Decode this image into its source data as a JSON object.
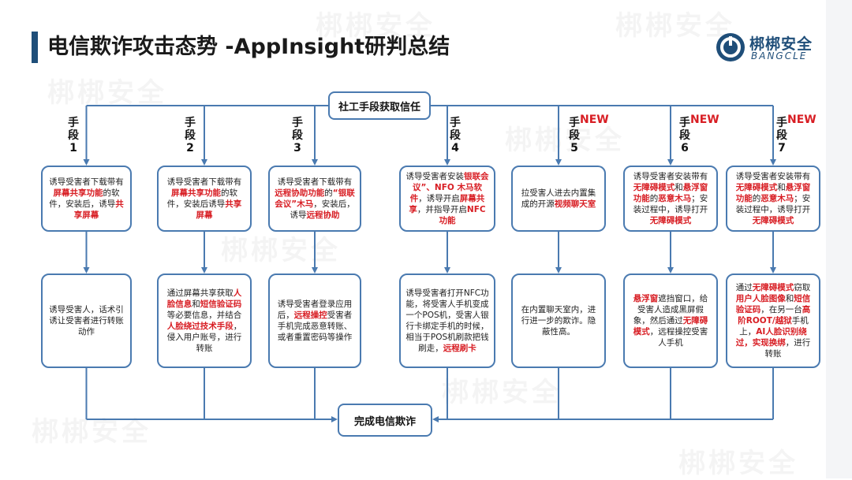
{
  "title": "电信欺诈攻击态势 -AppInsight研判总结",
  "logo": {
    "cn": "梆梆安全",
    "en": "BANGCLE"
  },
  "watermark": "梆梆安全",
  "start": "社工手段获取信任",
  "end": "完成电信欺诈",
  "new_badge": "NEW",
  "colors": {
    "line": "#4a7ab0",
    "highlight": "#d81e24",
    "title_bar": "#1f4e79"
  },
  "columns": [
    {
      "label": [
        "手",
        "段",
        "1"
      ],
      "is_new": false,
      "step1": [
        {
          "t": "诱导受害者下载带有"
        },
        {
          "t": "屏幕共享功能",
          "h": true
        },
        {
          "t": "的软件，安装后，诱导"
        },
        {
          "t": "共享屏幕",
          "h": true
        }
      ],
      "step2": [
        {
          "t": "诱导受害人，话术引诱让受害者进行转账动作"
        }
      ]
    },
    {
      "label": [
        "手",
        "段",
        "2"
      ],
      "is_new": false,
      "step1": [
        {
          "t": "诱导受害者下载带有"
        },
        {
          "t": "屏幕共享功能",
          "h": true
        },
        {
          "t": "的软件，安装后诱导"
        },
        {
          "t": "共享屏幕",
          "h": true
        }
      ],
      "step2": [
        {
          "t": "通过屏幕共享获取"
        },
        {
          "t": "人脸信息",
          "h": true
        },
        {
          "t": "和"
        },
        {
          "t": "短信验证码",
          "h": true
        },
        {
          "t": "等必要信息，并结合"
        },
        {
          "t": "人脸绕过技术手段",
          "h": true
        },
        {
          "t": "，侵入用户账号，进行转账"
        }
      ]
    },
    {
      "label": [
        "手",
        "段",
        "3"
      ],
      "is_new": false,
      "step1": [
        {
          "t": "诱导受害者下载带有"
        },
        {
          "t": "远程协助功能",
          "h": true
        },
        {
          "t": "的"
        },
        {
          "t": "“银联会议”木马",
          "h": true
        },
        {
          "t": "，安装后，诱导"
        },
        {
          "t": "远程协助",
          "h": true
        }
      ],
      "step2": [
        {
          "t": "诱导受害者登录应用后，"
        },
        {
          "t": "远程操控",
          "h": true
        },
        {
          "t": "受害者手机完成恶意转账、或者重置密码等操作"
        }
      ]
    },
    {
      "label": [
        "手",
        "段",
        "4"
      ],
      "is_new": false,
      "step1": [
        {
          "t": "诱导受害者安装"
        },
        {
          "t": "银联会议”、NFO 木马软件",
          "h": true
        },
        {
          "t": "，诱导开启"
        },
        {
          "t": "屏幕共享",
          "h": true
        },
        {
          "t": "，并指导开启"
        },
        {
          "t": "NFC功能",
          "h": true
        }
      ],
      "step2": [
        {
          "t": "诱导受害者打开NFC功能，将受害人手机变成一个POS机，受害人银行卡绑定手机的时候，相当于POS机刷款把钱刷走，"
        },
        {
          "t": "远程刷卡",
          "h": true
        }
      ]
    },
    {
      "label": [
        "手",
        "段",
        "5"
      ],
      "is_new": true,
      "step1": [
        {
          "t": "拉受害人进去内置集成的开源"
        },
        {
          "t": "视频聊天室",
          "h": true
        }
      ],
      "step2": [
        {
          "t": "在内置聊天室内，进行进一步的欺诈。隐蔽性高。"
        }
      ]
    },
    {
      "label": [
        "手",
        "段",
        "6"
      ],
      "is_new": true,
      "step1": [
        {
          "t": "诱导受害者安装带有"
        },
        {
          "t": "无障碍模式",
          "h": true
        },
        {
          "t": "和"
        },
        {
          "t": "悬浮窗功能",
          "h": true
        },
        {
          "t": "的"
        },
        {
          "t": "恶意木马",
          "h": true
        },
        {
          "t": "；安装过程中，诱导打开"
        },
        {
          "t": "无障碍模式",
          "h": true
        }
      ],
      "step2": [
        {
          "t": "悬浮窗",
          "h": true
        },
        {
          "t": "遮挡窗口，给受害人造成黑屏假象，然后通过"
        },
        {
          "t": "无障碍模式",
          "h": true
        },
        {
          "t": "，远程操控受害人手机"
        }
      ]
    },
    {
      "label": [
        "手",
        "段",
        "7"
      ],
      "is_new": true,
      "step1": [
        {
          "t": "诱导受害者安装带有"
        },
        {
          "t": "无障碍模式",
          "h": true
        },
        {
          "t": "和"
        },
        {
          "t": "悬浮窗功能",
          "h": true
        },
        {
          "t": "的"
        },
        {
          "t": "恶意木马",
          "h": true
        },
        {
          "t": "；安装过程中，诱导打开"
        },
        {
          "t": "无障碍模式",
          "h": true
        }
      ],
      "step2": [
        {
          "t": "通过"
        },
        {
          "t": "无障碍模式",
          "h": true
        },
        {
          "t": "窃取"
        },
        {
          "t": "用户人脸图像",
          "h": true
        },
        {
          "t": "和"
        },
        {
          "t": "短信验证码",
          "h": true
        },
        {
          "t": "，在另一台"
        },
        {
          "t": "高阶ROOT/越狱",
          "h": true
        },
        {
          "t": "手机上，"
        },
        {
          "t": "AI人脸识别绕过，实现换绑",
          "h": true
        },
        {
          "t": "，进行转账"
        }
      ]
    }
  ]
}
